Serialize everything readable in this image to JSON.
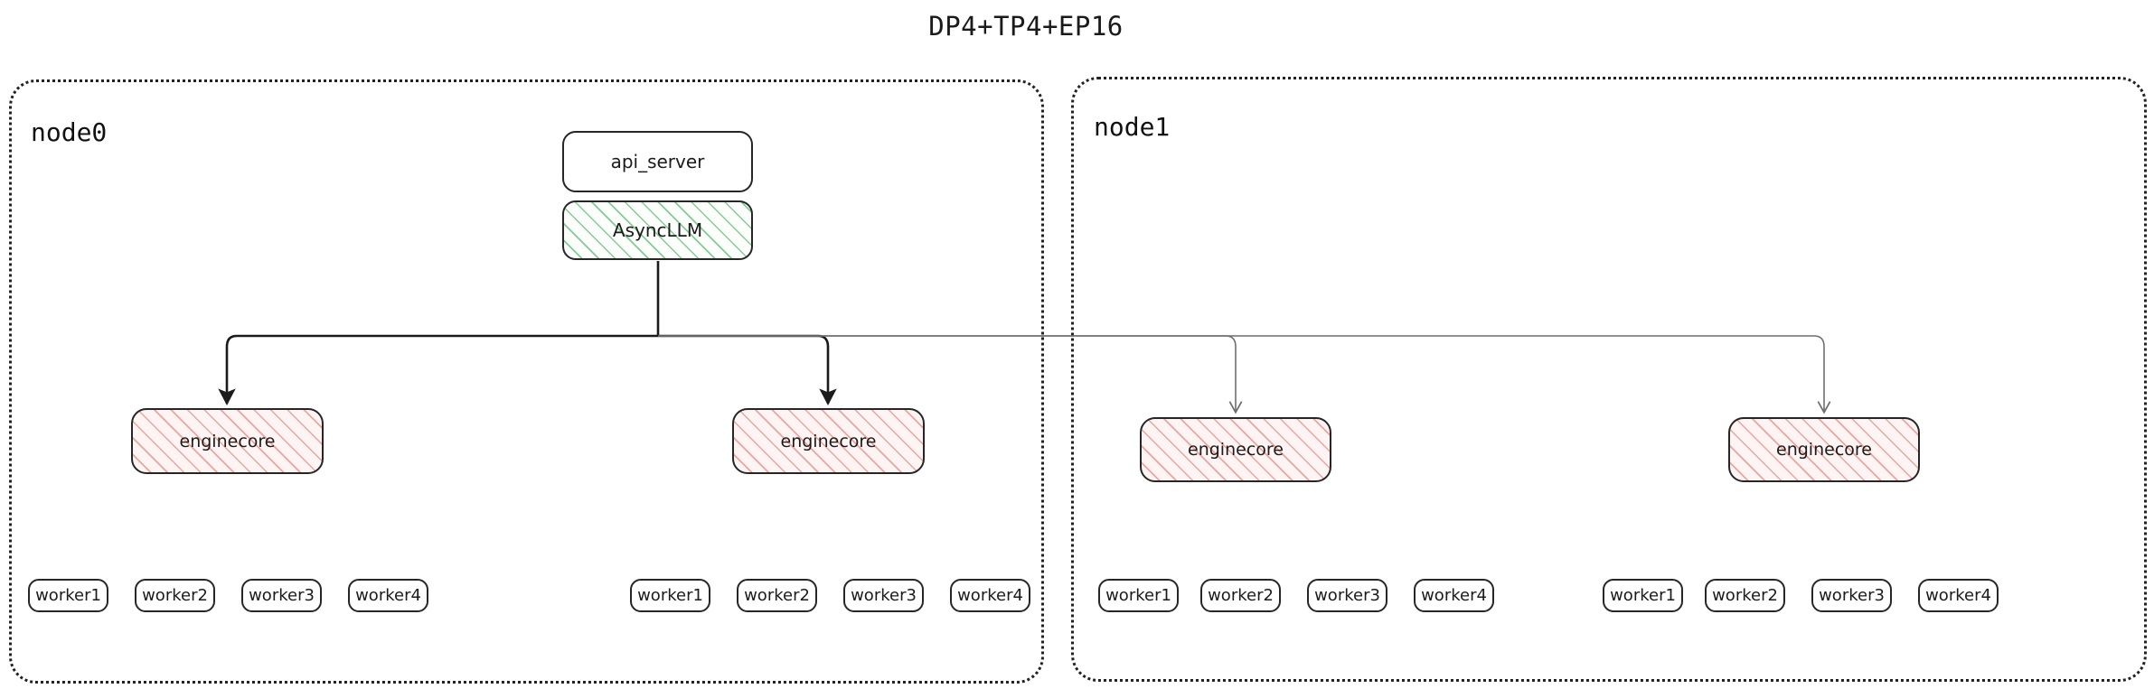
{
  "title": "DP4+TP4+EP16",
  "colors": {
    "stroke_dark": "#262626",
    "stroke_light": "#6f6f6f",
    "hatch_green": "#7dc98f",
    "hatch_pink": "#e9968f",
    "container_border": "#222222",
    "text": "#1b1b1b"
  },
  "nodes": [
    {
      "id": "node0",
      "label": "node0",
      "frontend": {
        "api_server": "api_server",
        "async_llm": "AsyncLLM"
      },
      "enginecores": [
        {
          "label": "enginecore",
          "workers": [
            "worker1",
            "worker2",
            "worker3",
            "worker4"
          ]
        },
        {
          "label": "enginecore",
          "workers": [
            "worker1",
            "worker2",
            "worker3",
            "worker4"
          ]
        }
      ]
    },
    {
      "id": "node1",
      "label": "node1",
      "enginecores": [
        {
          "label": "enginecore",
          "workers": [
            "worker1",
            "worker2",
            "worker3",
            "worker4"
          ]
        },
        {
          "label": "enginecore",
          "workers": [
            "worker1",
            "worker2",
            "worker3",
            "worker4"
          ]
        }
      ]
    }
  ]
}
